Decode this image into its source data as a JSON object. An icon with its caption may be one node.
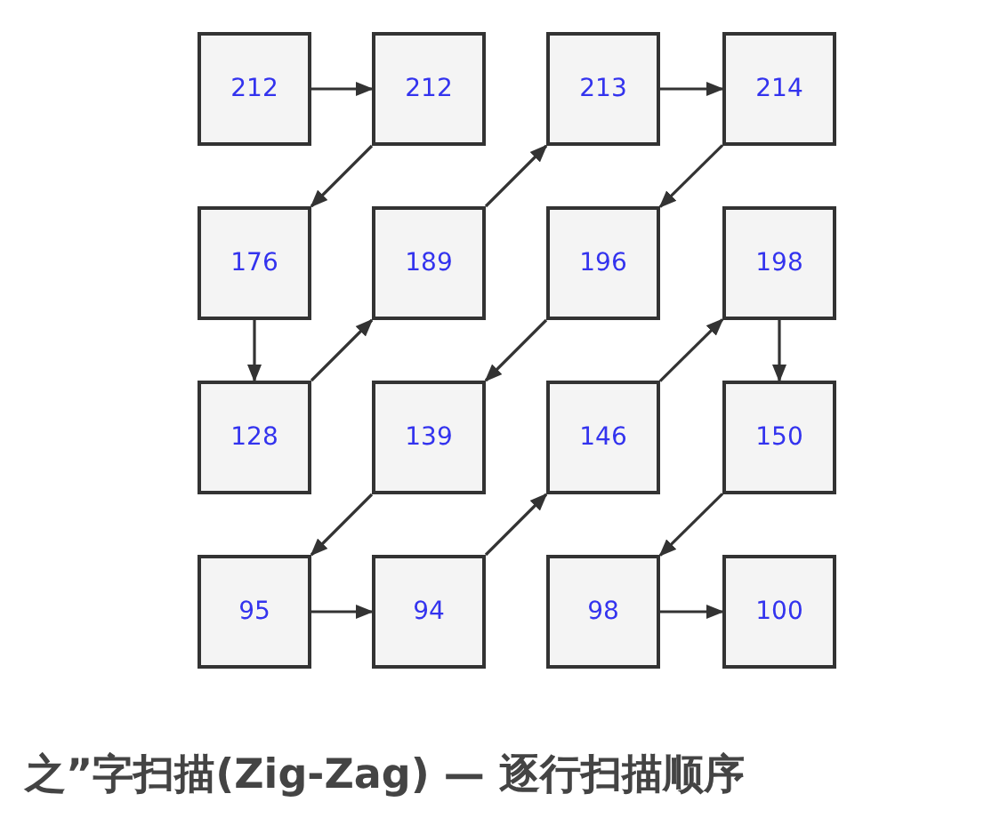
{
  "diagram": {
    "caption": "之”字扫描(Zig-Zag) — 逐行扫描顺序",
    "nodes": [
      {
        "text": [
          "212"
        ]
      },
      {
        "text": [
          "212"
        ]
      },
      {
        "text": [
          "213"
        ]
      },
      {
        "text": [
          "214"
        ]
      },
      {
        "text": [
          "176"
        ]
      },
      {
        "text": [
          "189"
        ]
      },
      {
        "text": [
          "196"
        ]
      },
      {
        "text": [
          "198"
        ]
      },
      {
        "text": [
          "128"
        ]
      },
      {
        "text": [
          "139"
        ]
      },
      {
        "text": [
          "146"
        ]
      },
      {
        "text": [
          "150"
        ]
      },
      {
        "text": [
          "95"
        ]
      },
      {
        "text": [
          "94"
        ]
      },
      {
        "text": [
          "98"
        ]
      },
      {
        "text": [
          "100"
        ]
      }
    ],
    "edges": [
      {
        "from": 0,
        "to": 1,
        "arrow": "to"
      },
      {
        "from": 1,
        "to": 4,
        "arrow": "to"
      },
      {
        "from": 4,
        "to": 8,
        "arrow": "to"
      },
      {
        "from": 8,
        "to": 5,
        "arrow": "to"
      },
      {
        "from": 5,
        "to": 2,
        "arrow": "to"
      },
      {
        "from": 2,
        "to": 3,
        "arrow": "to"
      },
      {
        "from": 3,
        "to": 6,
        "arrow": "to"
      },
      {
        "from": 6,
        "to": 9,
        "arrow": "to"
      },
      {
        "from": 9,
        "to": 12,
        "arrow": "to"
      },
      {
        "from": 12,
        "to": 13,
        "arrow": "to"
      },
      {
        "from": 13,
        "to": 10,
        "arrow": "to"
      },
      {
        "from": 10,
        "to": 7,
        "arrow": "to"
      },
      {
        "from": 7,
        "to": 11,
        "arrow": "to"
      },
      {
        "from": 11,
        "to": 14,
        "arrow": "to"
      },
      {
        "from": 14,
        "to": 15,
        "arrow": "to"
      }
    ]
  }
}
